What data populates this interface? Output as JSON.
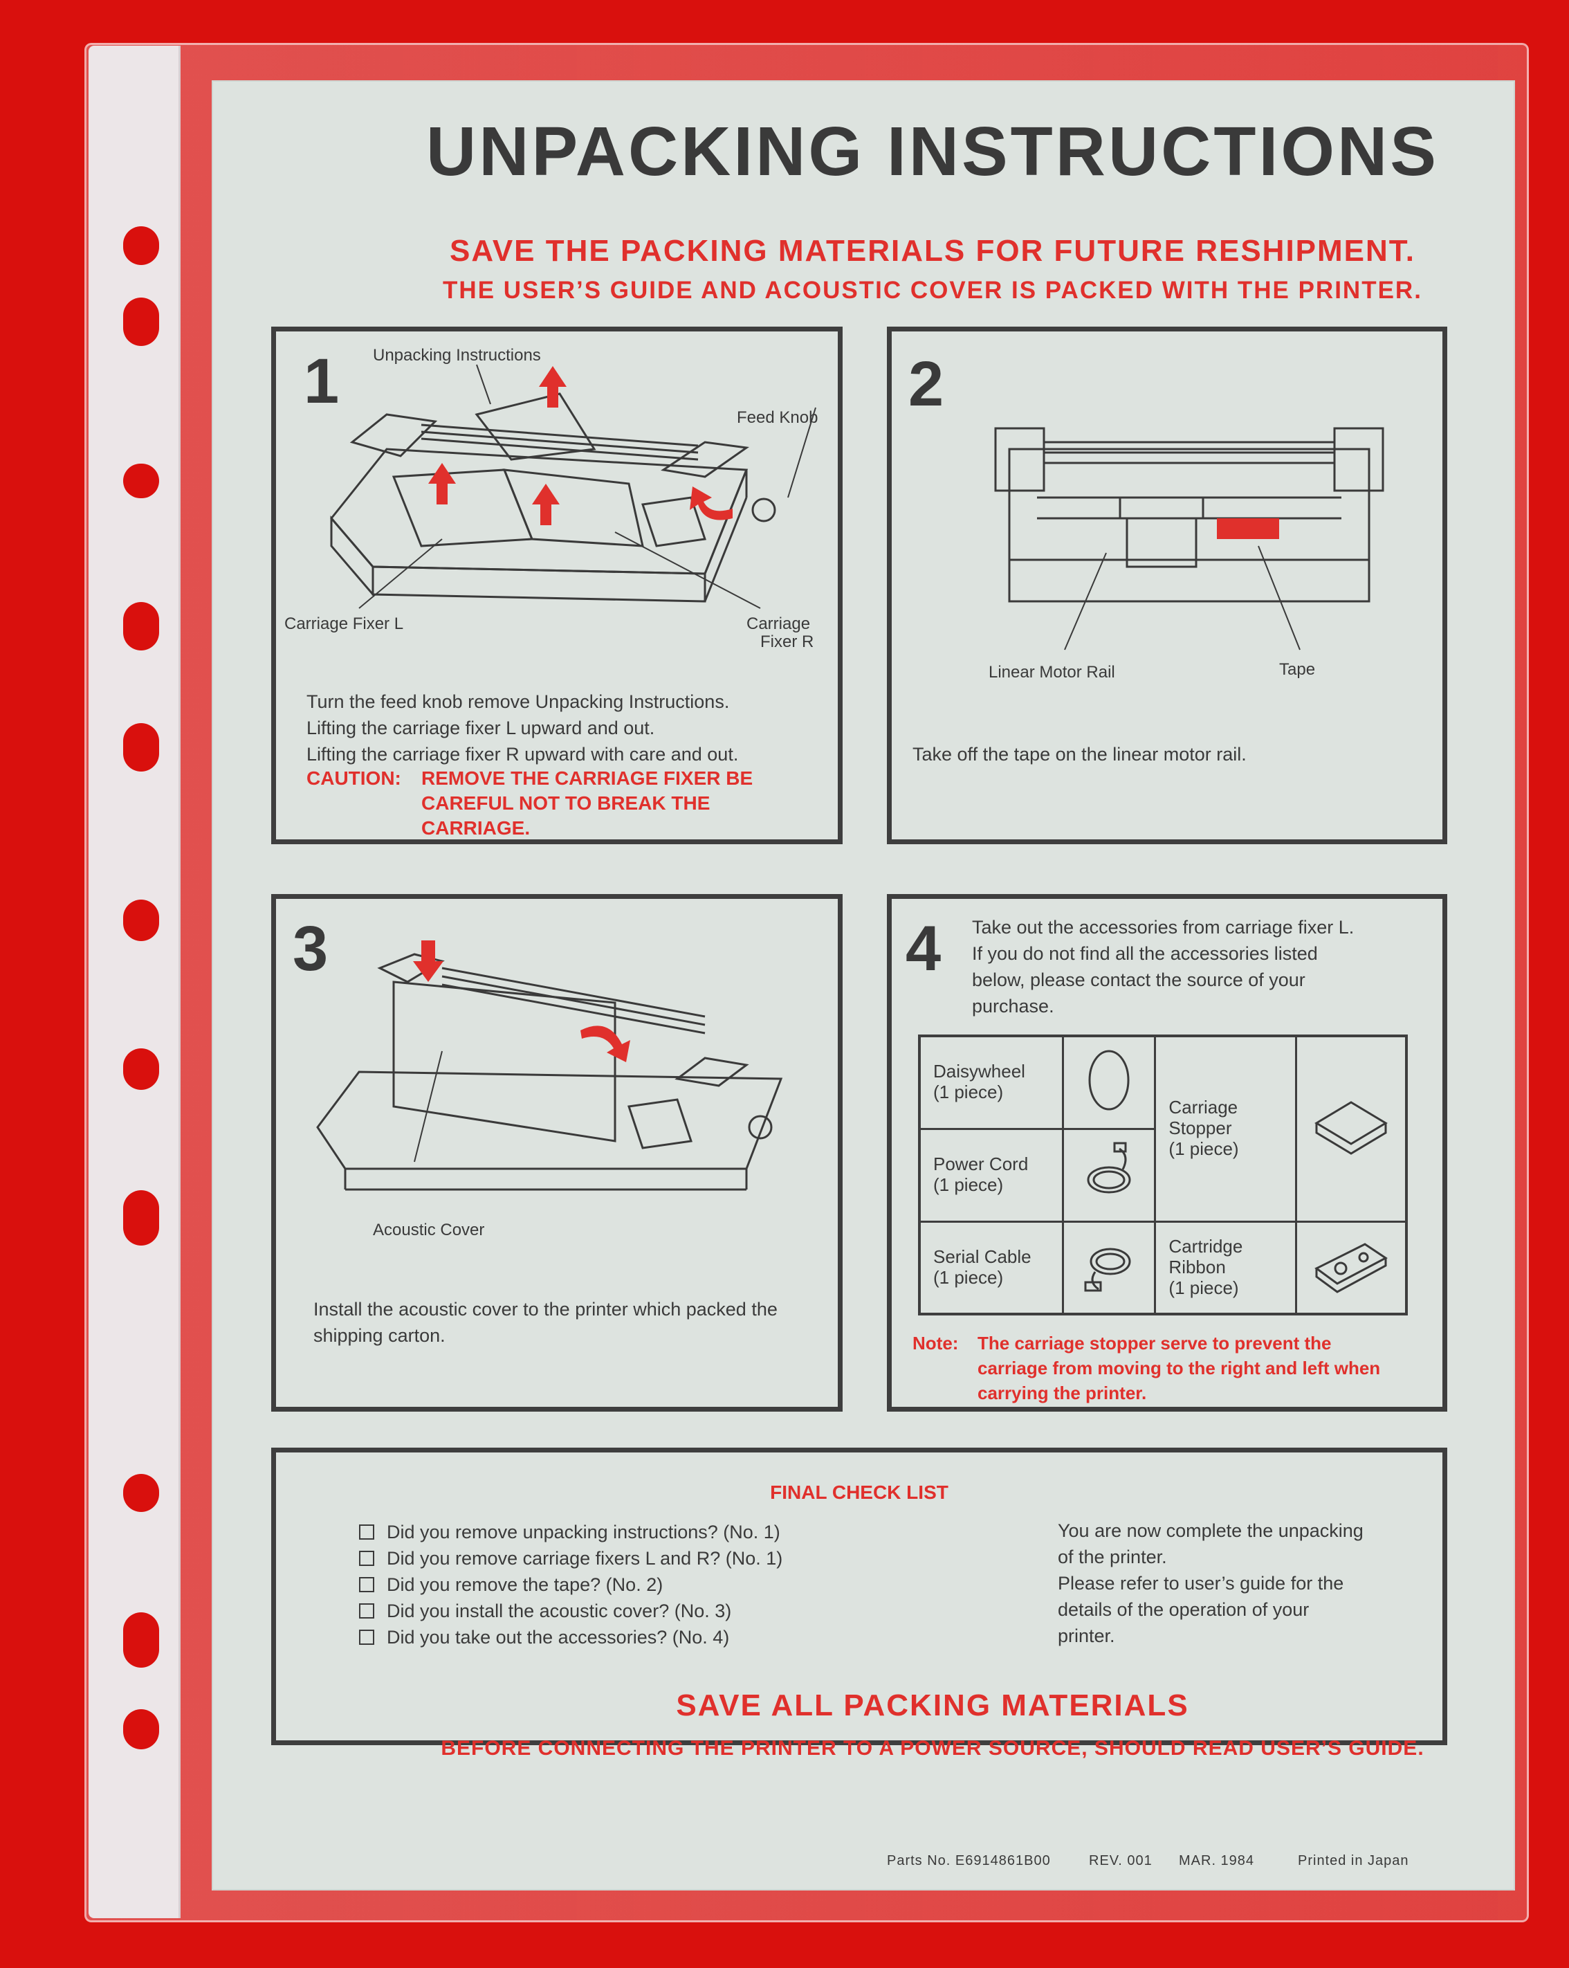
{
  "title": "UNPACKING INSTRUCTIONS",
  "subtitle_1": "SAVE THE PACKING MATERIALS FOR FUTURE RESHIPMENT.",
  "subtitle_2": "THE USER’S GUIDE AND ACOUSTIC COVER IS PACKED WITH THE PRINTER.",
  "step1": {
    "number": "1",
    "labels": {
      "unpacking_instructions": "Unpacking Instructions",
      "feed_knob": "Feed Knob",
      "carriage_fixer_l": "Carriage Fixer L",
      "carriage_fixer_r_1": "Carriage",
      "carriage_fixer_r_2": "Fixer R"
    },
    "lines": [
      "Turn the feed knob remove Unpacking Instructions.",
      "Lifting the carriage fixer L upward and out.",
      "Lifting the carriage fixer R upward with care and out."
    ],
    "caution_label": "CAUTION:",
    "caution_lines": [
      "REMOVE THE CARRIAGE FIXER BE",
      "CAREFUL NOT TO BREAK THE",
      "CARRIAGE."
    ]
  },
  "step2": {
    "number": "2",
    "labels": {
      "linear_motor_rail": "Linear Motor Rail",
      "tape": "Tape"
    },
    "text": "Take off the tape on the linear motor rail."
  },
  "step3": {
    "number": "3",
    "labels": {
      "acoustic_cover": "Acoustic Cover"
    },
    "lines": [
      "Install the acoustic cover to the printer which packed the",
      "shipping carton."
    ]
  },
  "step4": {
    "number": "4",
    "lines": [
      "Take out the accessories from carriage fixer L.",
      "If you do not find all the accessories listed",
      "below, please contact the source of your",
      "purchase."
    ],
    "accessories": {
      "daisywheel": [
        "Daisywheel",
        "(1 piece)"
      ],
      "power_cord": [
        "Power Cord",
        "(1 piece)"
      ],
      "serial_cable": [
        "Serial Cable",
        "(1 piece)"
      ],
      "carriage_stopper": [
        "Carriage",
        "Stopper",
        "(1 piece)"
      ],
      "cartridge_ribbon": [
        "Cartridge",
        "Ribbon",
        "(1 piece)"
      ]
    },
    "icons": {
      "daisywheel": "daisywheel-icon",
      "power_cord": "power-cord-icon",
      "serial_cable": "serial-cable-icon",
      "carriage_stopper": "carriage-stopper-icon",
      "cartridge_ribbon": "ribbon-cartridge-icon"
    },
    "note_label": "Note:",
    "note_lines": [
      "The carriage stopper serve to prevent the",
      "carriage from moving to the right and left when",
      "carrying the printer."
    ]
  },
  "checklist": {
    "title": "FINAL CHECK LIST",
    "items": [
      "Did you remove unpacking instructions?  (No. 1)",
      "Did you remove carriage fixers L and R?  (No. 1)",
      "Did you remove the tape?  (No. 2)",
      "Did you install the acoustic cover?  (No. 3)",
      "Did you take out the accessories?  (No. 4)"
    ],
    "completion_lines": [
      "You are now complete the unpacking",
      "of the printer.",
      "Please refer to user’s guide for the",
      "details of the operation of your",
      "printer."
    ]
  },
  "bottom_1": "SAVE ALL PACKING MATERIALS",
  "bottom_2": "BEFORE CONNECTING THE PRINTER TO A POWER SOURCE, SHOULD READ USER’S GUIDE.",
  "footer": {
    "parts": "Parts No. E6914861B00",
    "rev": "REV. 001",
    "date": "MAR. 1984",
    "printed": "Printed in Japan"
  },
  "colors": {
    "background": "#d9100d",
    "paper": "#dde3df",
    "accent": "#e0302c",
    "ink": "#3a3a3a"
  }
}
